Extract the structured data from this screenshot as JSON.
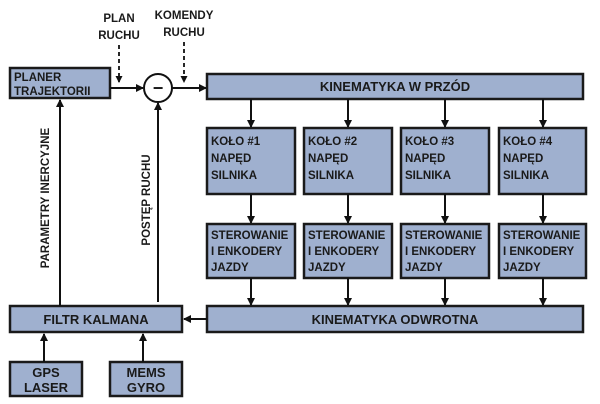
{
  "inputs": {
    "plan": [
      "PLAN",
      "RUCHU"
    ],
    "commands": [
      "KOMENDY",
      "RUCHU"
    ]
  },
  "planner": [
    "PLANER",
    "TRAJEKTORII"
  ],
  "summing_node": "−",
  "forward_kinematics": "KINEMATYKA W PRZÓD",
  "wheels": [
    {
      "drive": [
        "KOŁO #1",
        "NAPĘD",
        "SILNIKA"
      ],
      "control": [
        "STEROWANIE",
        "I ENKODERY",
        "JAZDY"
      ]
    },
    {
      "drive": [
        "KOŁO #2",
        "NAPĘD",
        "SILNIKA"
      ],
      "control": [
        "STEROWANIE",
        "I ENKODERY",
        "JAZDY"
      ]
    },
    {
      "drive": [
        "KOŁO #3",
        "NAPĘD",
        "SILNIKA"
      ],
      "control": [
        "STEROWANIE",
        "I ENKODERY",
        "JAZDY"
      ]
    },
    {
      "drive": [
        "KOŁO #4",
        "NAPĘD",
        "SILNIKA"
      ],
      "control": [
        "STEROWANIE",
        "I ENKODERY",
        "JAZDY"
      ]
    }
  ],
  "inverse_kinematics": "KINEMATYKA ODWROTNA",
  "kalman": "FILTR KALMANA",
  "sensors": {
    "gps": [
      "GPS",
      "LASER"
    ],
    "mems": [
      "MEMS",
      "GYRO"
    ]
  },
  "feedback": {
    "inertial": "PARAMETRY INERCYJNE",
    "progress": "POSTĘP RUCHU"
  }
}
